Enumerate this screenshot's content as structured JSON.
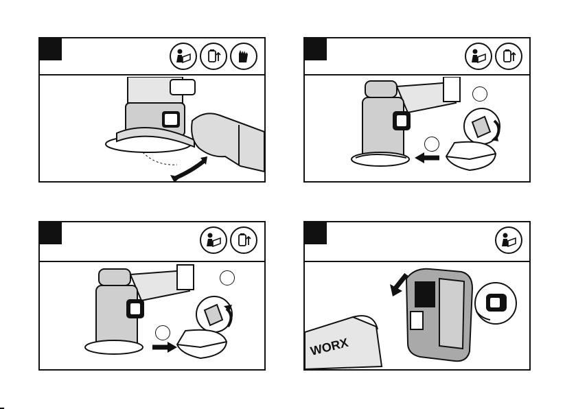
{
  "panels": [
    {
      "id": "panel-1",
      "icons": [
        "manual-icon",
        "battery-remove-icon",
        "gloves-icon"
      ]
    },
    {
      "id": "panel-2",
      "icons": [
        "manual-icon",
        "battery-remove-icon"
      ],
      "callouts": [
        "callout-1",
        "callout-2"
      ]
    },
    {
      "id": "panel-3",
      "icons": [
        "manual-icon",
        "battery-remove-icon"
      ],
      "callouts": [
        "callout-1",
        "callout-2"
      ]
    },
    {
      "id": "panel-4",
      "icons": [
        "manual-icon"
      ]
    }
  ],
  "brand": {
    "logo_text": "WORX"
  },
  "colors": {
    "ink": "#111111",
    "fill_light": "#dcdcdc",
    "fill_mid": "#a9a9a9"
  }
}
